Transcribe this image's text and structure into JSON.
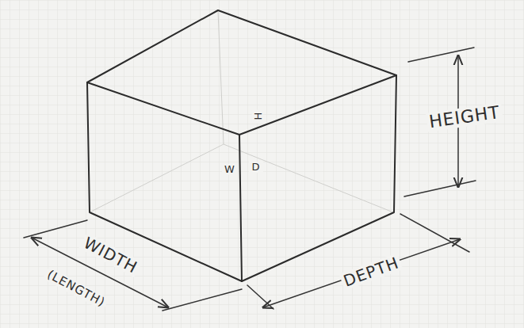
{
  "diagram": {
    "labels": [
      "HEIGHT",
      "WIDTH",
      "(LENGTH)",
      "DEPTH",
      "H",
      "W",
      "D"
    ]
  }
}
